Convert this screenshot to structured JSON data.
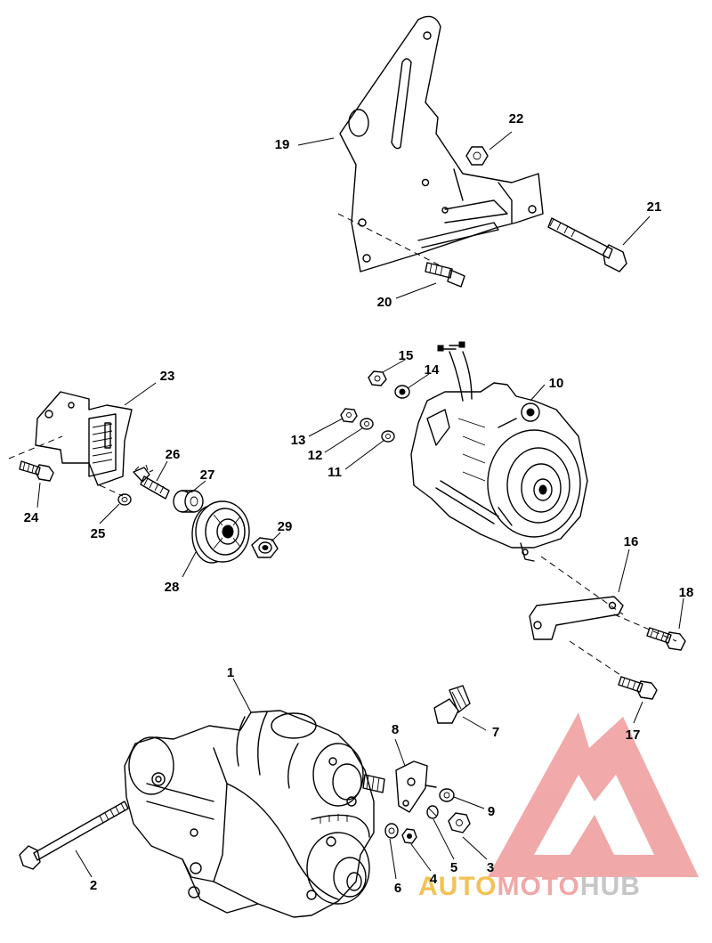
{
  "diagram": {
    "callouts": [
      "1",
      "2",
      "3",
      "4",
      "5",
      "6",
      "7",
      "8",
      "9",
      "10",
      "11",
      "12",
      "13",
      "14",
      "15",
      "16",
      "17",
      "18",
      "19",
      "20",
      "21",
      "22",
      "23",
      "24",
      "25",
      "26",
      "27",
      "28",
      "29"
    ]
  },
  "watermark": {
    "brand_part1": "AUTO",
    "brand_part2": "MOTO",
    "brand_part3": "HUB",
    "color_auto": "#f0b838",
    "color_moto": "#f09898",
    "color_hub": "#bdbdbd",
    "triangle_color": "#ee9a9a"
  }
}
